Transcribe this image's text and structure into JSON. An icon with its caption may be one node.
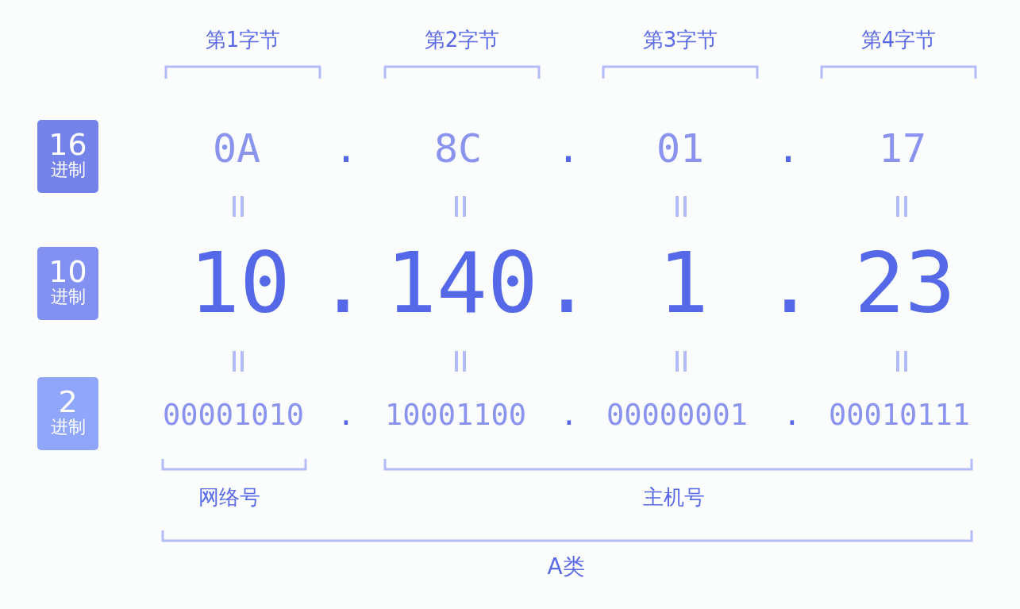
{
  "diagram": {
    "nodes": [
      {
        "text": [
          "16",
          "进制"
        ]
      },
      {
        "text": [
          "10",
          "进制"
        ]
      },
      {
        "text": [
          "2",
          "进制"
        ]
      }
    ],
    "labels": [
      "第1字节",
      "第2字节",
      "第3字节",
      "第4字节",
      "0A",
      ".",
      "8C",
      ".",
      "01",
      ".",
      "17",
      "10",
      ".",
      "140",
      ".",
      "1",
      ".",
      "23",
      "00001010",
      ".",
      "10001100",
      ".",
      "00000001",
      ".",
      "00010111",
      "网络号",
      "主机号",
      "A类"
    ]
  }
}
